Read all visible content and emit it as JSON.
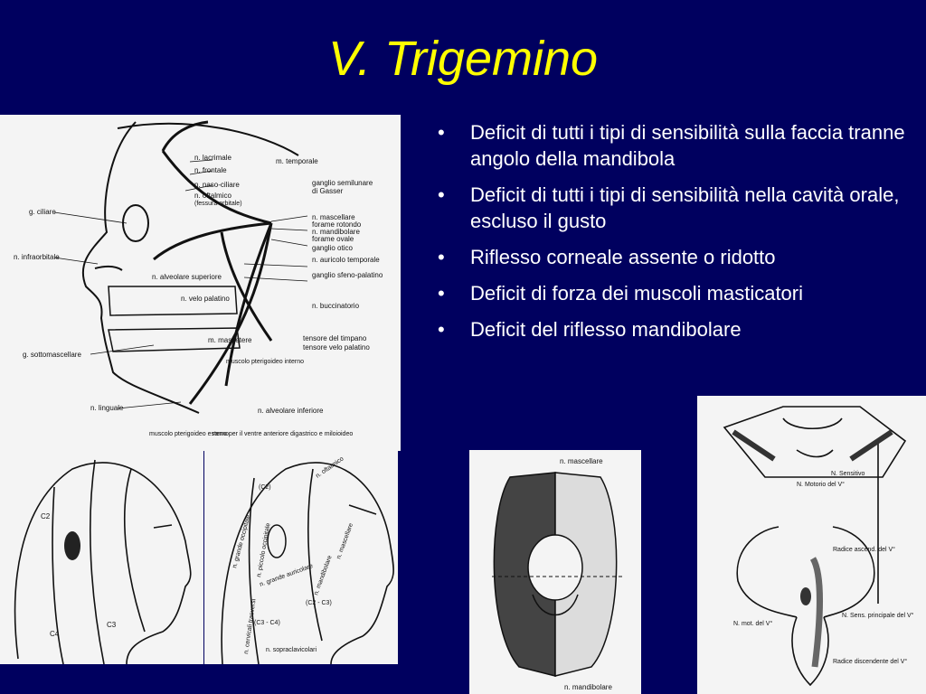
{
  "title": "V. Trigemino",
  "bullets": [
    "Deficit di tutti i tipi di sensibilità sulla faccia tranne angolo della mandibola",
    "Deficit di tutti i tipi di sensibilità nella cavità orale, escluso il gusto",
    "Riflesso corneale assente o ridotto",
    "Deficit di forza dei muscoli masticatori",
    "Deficit del riflesso mandibolare"
  ],
  "figure_face": {
    "labels": {
      "lacrimale": "n. lacrimale",
      "frontale": "n. frontale",
      "temporale": "m. temporale",
      "naso_ciliare": "n. naso-ciliare",
      "oftalmico": "n. oftalmico",
      "fessura": "(fessura orbitale)",
      "semilunare": "ganglio semilunare",
      "gasser": "di Gasser",
      "ciliare": "g. ciliare",
      "mascellare": "n. mascellare",
      "rotondo": "forame rotondo",
      "mandibolare": "n. mandibolare",
      "ovale": "forame ovale",
      "otico": "ganglio otico",
      "infraorbitale": "n. infraorbitale",
      "auricolo": "n. auricolo temporale",
      "alveolare_sup": "n. alveolare superiore",
      "sfeno": "ganglio sfeno-palatino",
      "velo": "n. velo palatino",
      "buccinatorio": "n. buccinatorio",
      "massetere": "m. massetere",
      "timpano": "tensore del timpano",
      "tensore_velo": "tensore velo palatino",
      "sottomascellare": "g. sottomascellare",
      "pterigoideo_int": "muscolo pterigoideo interno",
      "linguale": "n. linguale",
      "alveolare_inf": "n. alveolare inferiore",
      "pterigoideo_est": "muscolo pterigoideo esterno",
      "ventre": "ramo per il ventre anteriore digastrico e miloioideo"
    }
  },
  "figure_dermatome1": {
    "labels": {
      "c2": "C2",
      "c3": "C3",
      "c4": "C4"
    }
  },
  "figure_dermatome2": {
    "labels": {
      "oftalmico": "n. oftalmico",
      "occipitale": "n. grande occipitale",
      "piccolo": "n. piccolo occipitale",
      "mascellare": "n. mascellare",
      "mandibolare": "n. mandibolare",
      "auricolare": "n. grande auricolare",
      "cervicali": "n. cervicali trasversi",
      "sopraclav": "n. sopraclavicolari",
      "c2": "(C2)",
      "c23": "(C2 - C3)",
      "c34": "(C3 - C4)"
    }
  },
  "figure_mouth": {
    "labels": {
      "top": "n. mascellare",
      "bottom": "n. mandibolare"
    }
  },
  "figure_brainstem": {
    "labels": {
      "sensitivo": "N. Sensitivo",
      "motorio": "N. Motorio del V°",
      "ascend": "Radice ascend. del V°",
      "principale": "N. Sens. principale del V°",
      "mot": "N. mot. del V°",
      "discendente": "Radice discendente del V°"
    }
  }
}
